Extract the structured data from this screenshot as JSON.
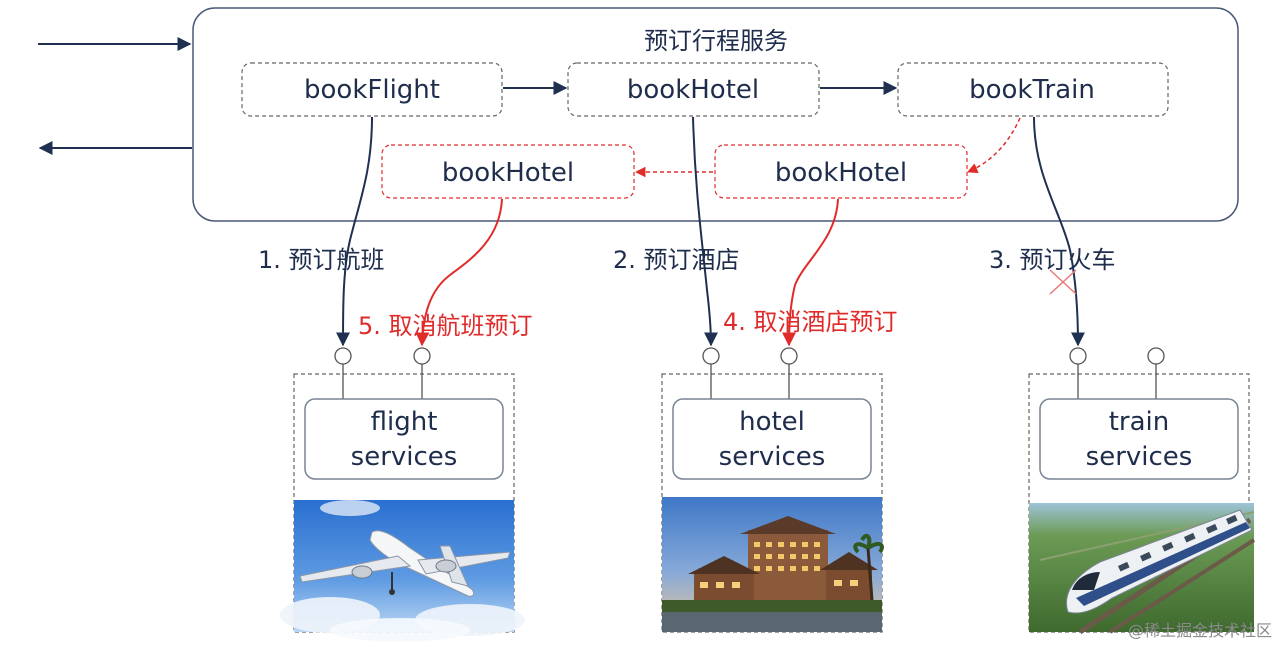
{
  "process": {
    "title": "预订行程服务"
  },
  "nodes": {
    "book_flight": "bookFlight",
    "book_hotel": "bookHotel",
    "book_train": "bookTrain",
    "comp_hotel_left": "bookHotel",
    "comp_hotel_right": "bookHotel"
  },
  "steps": {
    "step1": "1. 预订航班",
    "step2": "2. 预订酒店",
    "step3": "3. 预订火车",
    "step4": "4. 取消酒店预订",
    "step5": "5. 取消航班预订"
  },
  "services": [
    {
      "line1": "flight",
      "line2": "services",
      "photo": "airplane-in-sky"
    },
    {
      "line1": "hotel",
      "line2": "services",
      "photo": "hotel-building"
    },
    {
      "line1": "train",
      "line2": "services",
      "photo": "high-speed-train"
    }
  ],
  "watermark": "@稀土掘金技术社区",
  "colors": {
    "forward": "#1f3050",
    "compensate": "#e02b2b",
    "box_border": "#7a8494"
  }
}
